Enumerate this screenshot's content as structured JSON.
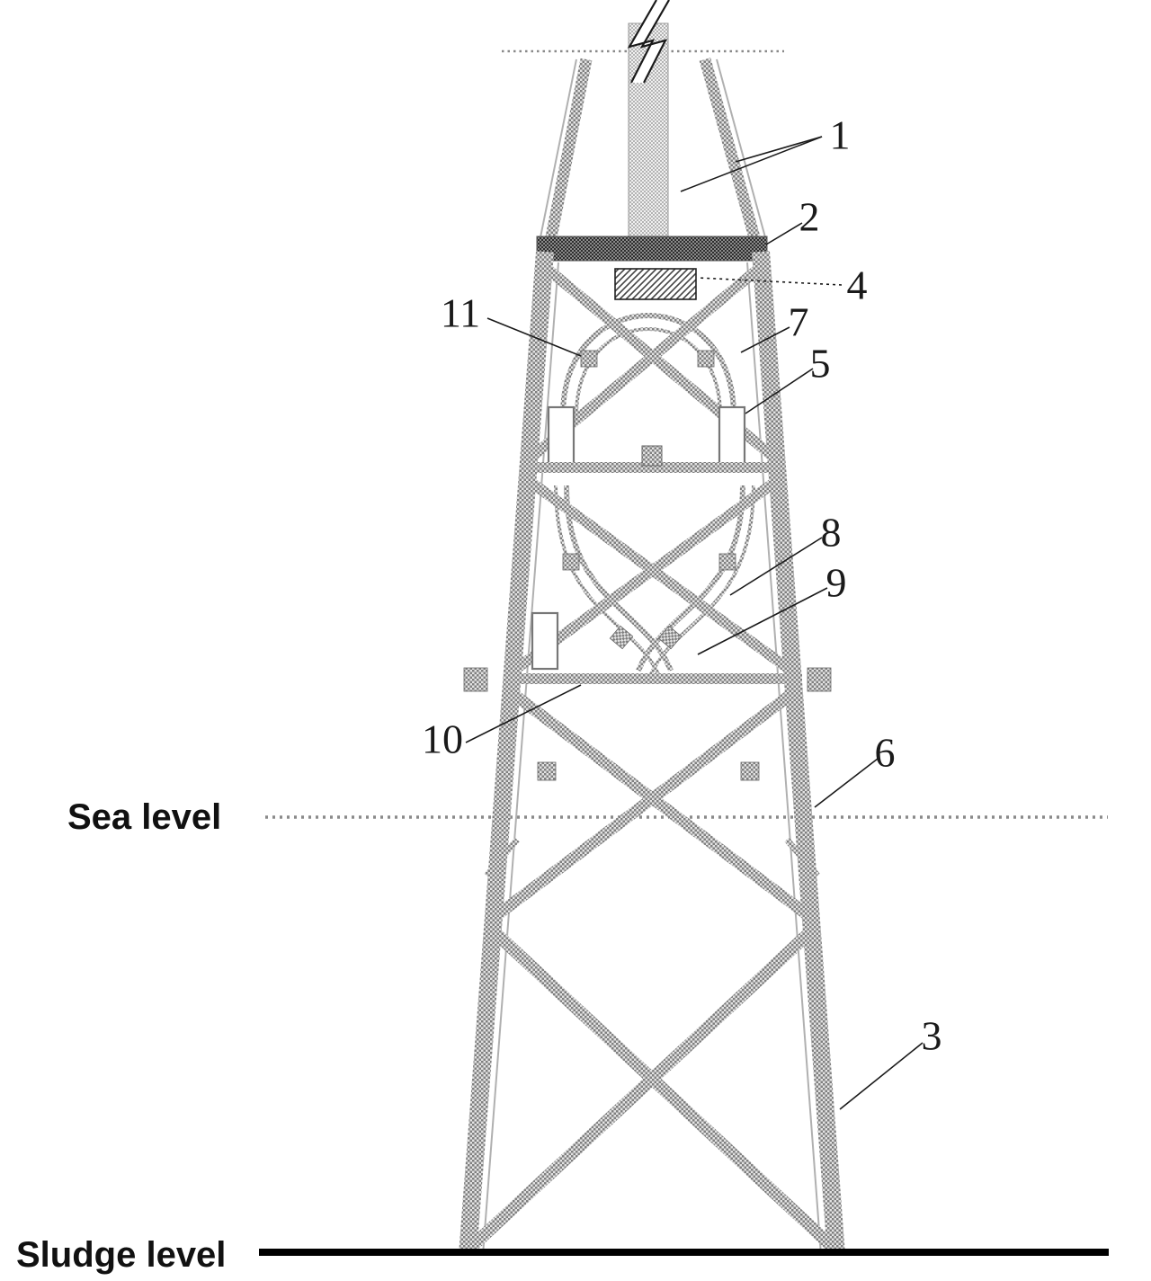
{
  "figure": {
    "type": "patent-diagram",
    "subject": "offshore jacket tower structure with numbered parts"
  },
  "levels": {
    "sea": "Sea level",
    "sludge": "Sludge level"
  },
  "parts": {
    "p1": "1",
    "p2": "2",
    "p3": "3",
    "p4": "4",
    "p5": "5",
    "p6": "6",
    "p7": "7",
    "p8": "8",
    "p9": "9",
    "p10": "10",
    "p11": "11"
  },
  "colors": {
    "member_halftone": "#7f7f7f",
    "member_halftone_bg": "#e3e3e3",
    "dark_band": "#2e2e2e",
    "leader_line": "#000000",
    "dotted_line": "#8a8a8a",
    "sludge_line": "#000000"
  }
}
